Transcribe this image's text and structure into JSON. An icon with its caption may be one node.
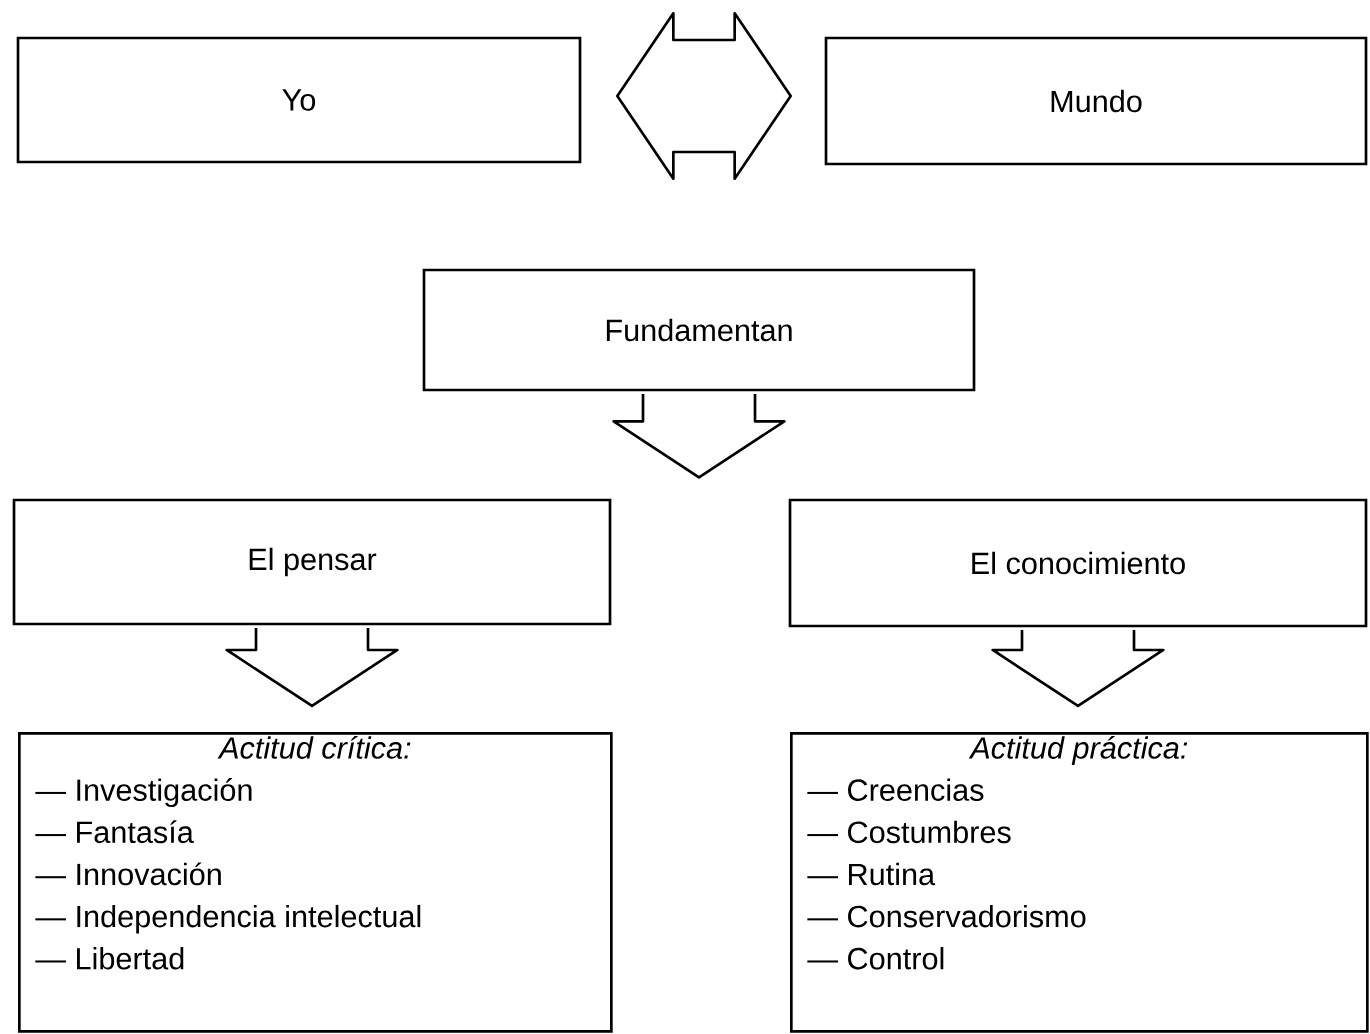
{
  "diagram": {
    "nodes": [
      {
        "text": [
          "Yo"
        ]
      },
      {
        "text": [
          "Mundo"
        ]
      },
      {
        "text": [
          "Fundamentan"
        ]
      },
      {
        "text": [
          "El pensar"
        ]
      },
      {
        "text": [
          "El conocimiento"
        ]
      },
      {
        "text": [
          "Actitud crítica:",
          "— Investigación",
          "— Fantasía",
          "— Innovación",
          "— Independencia intelectual",
          "— Libertad"
        ]
      },
      {
        "text": [
          "Actitud práctica:",
          "— Creencias",
          "— Costumbres",
          "— Rutina",
          "— Conservadorismo",
          "— Control"
        ]
      }
    ],
    "edges": [
      {
        "from": 0,
        "to": 1,
        "arrow": "both"
      },
      {
        "from": 2,
        "to": null,
        "arrow": "to"
      },
      {
        "from": 3,
        "to": 5,
        "arrow": "to"
      },
      {
        "from": 4,
        "to": 6,
        "arrow": "to"
      }
    ]
  }
}
